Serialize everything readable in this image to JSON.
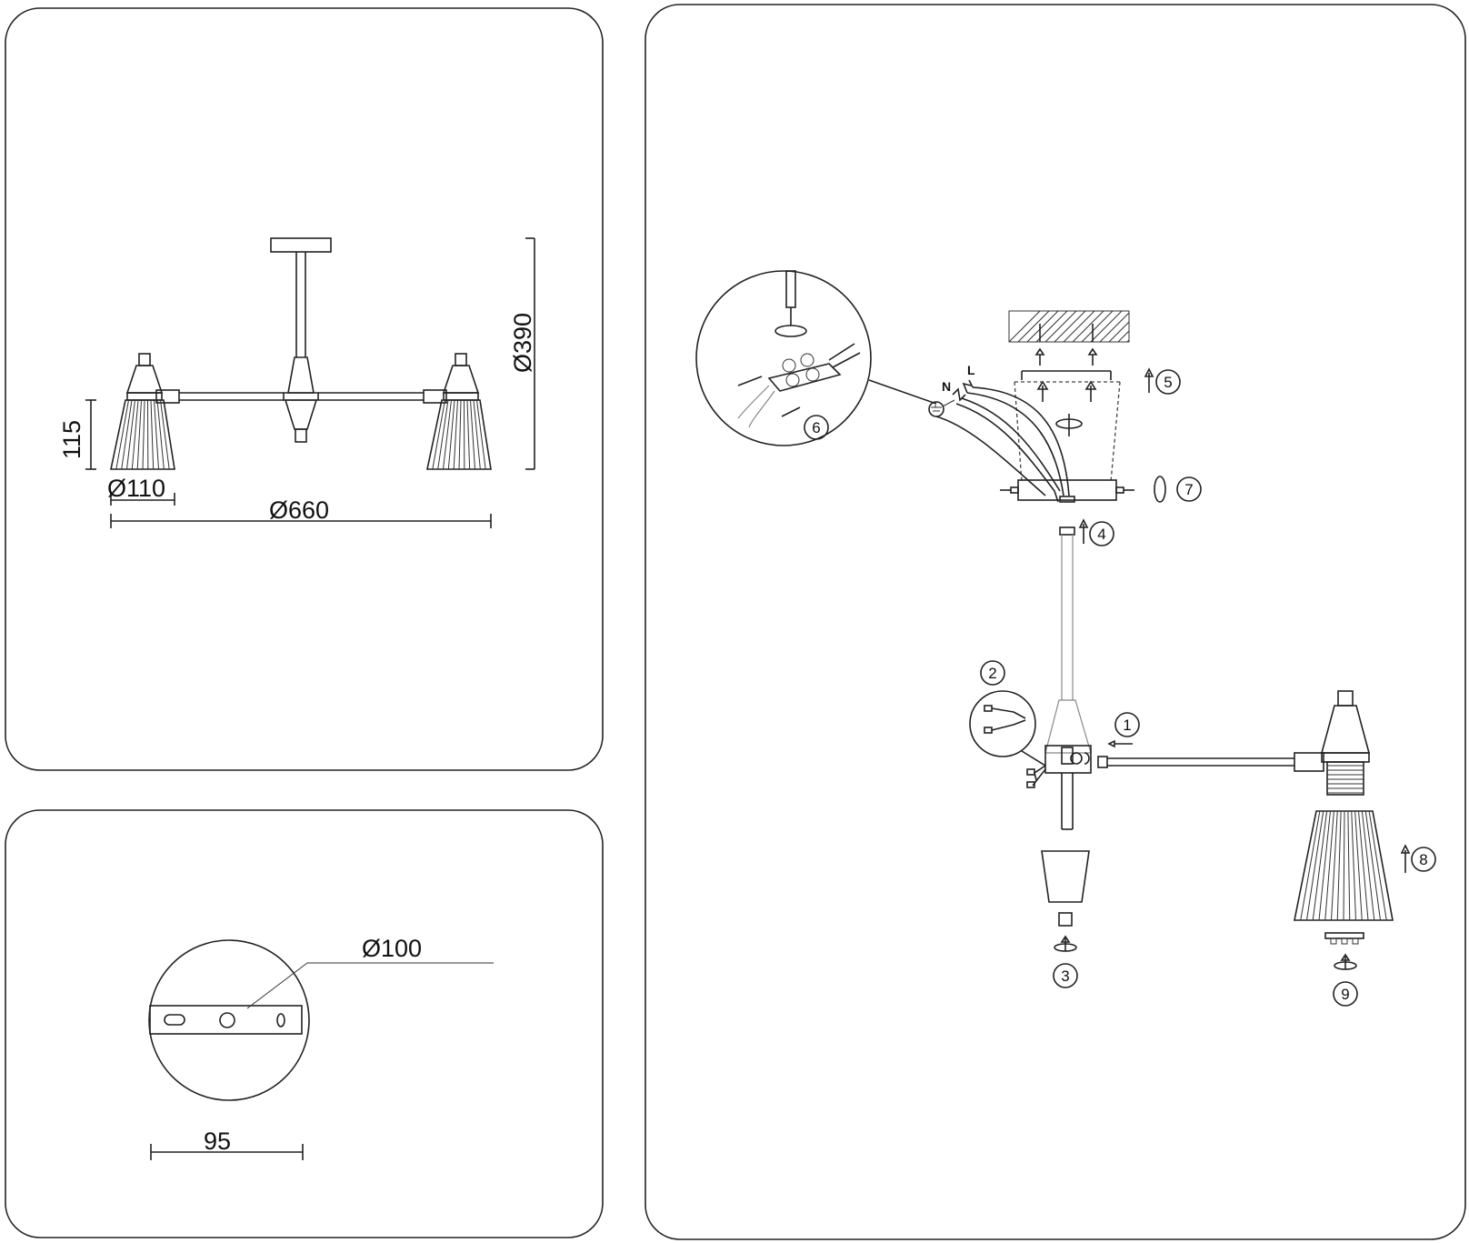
{
  "dimensions": {
    "height_total": "Ø390",
    "shade_height": "115",
    "shade_diameter": "Ø110",
    "overall_diameter": "Ø660",
    "canopy_diameter": "Ø100",
    "bracket_width": "95"
  },
  "wire_labels": {
    "neutral": "N",
    "live": "L"
  },
  "steps": [
    "1",
    "2",
    "3",
    "4",
    "5",
    "6",
    "7",
    "8",
    "9"
  ]
}
